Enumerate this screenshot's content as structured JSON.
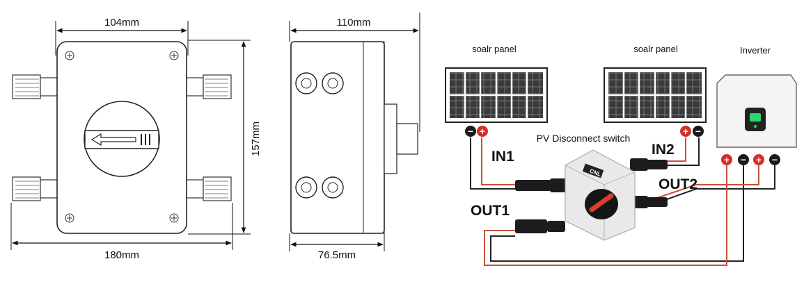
{
  "dimensions": {
    "front_width": "104mm",
    "front_height": "157mm",
    "overall_width": "180mm",
    "side_depth": "110mm",
    "side_body": "76.5mm"
  },
  "wiring": {
    "panel_left_label": "soalr panel",
    "panel_right_label": "soalr panel",
    "inverter_label": "Inverter",
    "switch_label": "PV Disconnect switch",
    "in1": "IN1",
    "in2": "IN2",
    "out1": "OUT1",
    "out2": "OUT2",
    "switch_brand": "CNL",
    "polarity_plus": "+",
    "polarity_minus": "−"
  },
  "colors": {
    "positive": "#d22f27",
    "negative": "#1a1a1a",
    "red_wire": "#c8503a",
    "black_wire": "#222222",
    "switch_knob": "#151515",
    "switch_knob_accent": "#d8402a",
    "inverter_screen": "#2bd66a"
  }
}
